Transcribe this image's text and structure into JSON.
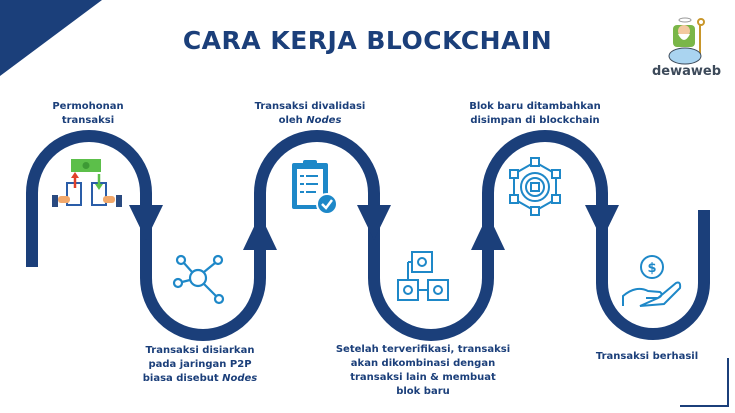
{
  "title": "CARA KERJA BLOCKCHAIN",
  "logo": {
    "text": "dewaweb"
  },
  "steps": [
    {
      "line1": "Permohonan",
      "line2": "transaksi",
      "icon": "money-transfer-icon"
    },
    {
      "line1": "Transaksi disiarkan",
      "line2": "pada jaringan P2P",
      "line3a": "biasa disebut ",
      "line3b": "Nodes",
      "icon": "network-nodes-icon"
    },
    {
      "line1": "Transaksi divalidasi",
      "line2a": "oleh ",
      "line2b": "Nodes",
      "icon": "clipboard-check-icon"
    },
    {
      "line1": "Setelah terverifikasi, transaksi",
      "line2": "akan dikombinasi dengan",
      "line3": "transaksi lain & membuat",
      "line4": "blok baru",
      "icon": "blocks-icon"
    },
    {
      "line1": "Blok baru ditambahkan",
      "line2": "disimpan di blockchain",
      "icon": "blockchain-network-icon"
    },
    {
      "line1": "Transaksi berhasil",
      "icon": "hand-coin-icon"
    }
  ],
  "colors": {
    "primary": "#1b3f7a",
    "icon": "#1e88c8"
  }
}
